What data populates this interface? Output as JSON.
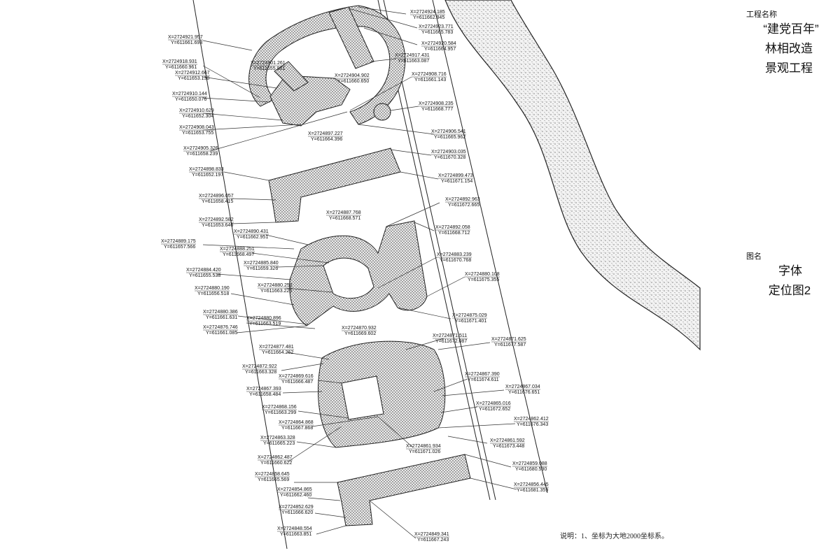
{
  "title_block": {
    "project_label": "工程名称",
    "project_lines": [
      "“建党百年”",
      "林相改造",
      "景观工程"
    ],
    "drawing_label": "图名",
    "drawing_lines": [
      "字体",
      "定位图2"
    ]
  },
  "note": "说明：1、坐标为大地2000坐标系。",
  "colors": {
    "line": "#222222",
    "dot_fill": "#e6e6e6"
  },
  "coordinates": [
    {
      "x": "X=2724921.957",
      "y": "Y=611661.693"
    },
    {
      "x": "X=2724918.931",
      "y": "Y=611660.961"
    },
    {
      "x": "X=2724912.667",
      "y": "Y=611653.130"
    },
    {
      "x": "X=2724910.144",
      "y": "Y=611650.076"
    },
    {
      "x": "X=2724910.629",
      "y": "Y=611652.304"
    },
    {
      "x": "X=2724908.043",
      "y": "Y=611653.755"
    },
    {
      "x": "X=2724905.326",
      "y": "Y=611658.239"
    },
    {
      "x": "X=2724898.833",
      "y": "Y=611652.197"
    },
    {
      "x": "X=2724896.057",
      "y": "Y=611658.415"
    },
    {
      "x": "X=2724892.582",
      "y": "Y=611653.646"
    },
    {
      "x": "X=2724890.431",
      "y": "Y=611662.951"
    },
    {
      "x": "X=2724889.175",
      "y": "Y=611657.566"
    },
    {
      "x": "X=2724888.251",
      "y": "Y=611668.497"
    },
    {
      "x": "X=2724885.840",
      "y": "Y=611659.326"
    },
    {
      "x": "X=2724884.420",
      "y": "Y=611655.538"
    },
    {
      "x": "X=2724880.252",
      "y": "Y=611663.226"
    },
    {
      "x": "X=2724880.190",
      "y": "Y=611656.518"
    },
    {
      "x": "X=2724880.386",
      "y": "Y=611661.631"
    },
    {
      "x": "X=2724880.896",
      "y": "Y=611663.519"
    },
    {
      "x": "X=2724876.746",
      "y": "Y=611661.085"
    },
    {
      "x": "X=2724877.481",
      "y": "Y=611664.262"
    },
    {
      "x": "X=2724872.922",
      "y": "Y=611663.328"
    },
    {
      "x": "X=2724869.616",
      "y": "Y=611666.487"
    },
    {
      "x": "X=2724867.393",
      "y": "Y=611658.484"
    },
    {
      "x": "X=2724868.156",
      "y": "Y=611663.299"
    },
    {
      "x": "X=2724864.868",
      "y": "Y=611667.868"
    },
    {
      "x": "X=2724863.328",
      "y": "Y=611665.223"
    },
    {
      "x": "X=2724862.487",
      "y": "Y=611660.622"
    },
    {
      "x": "X=2724858.645",
      "y": "Y=611665.569"
    },
    {
      "x": "X=2724854.865",
      "y": "Y=611662.460"
    },
    {
      "x": "X=2724852.629",
      "y": "Y=611666.620"
    },
    {
      "x": "X=2724848.554",
      "y": "Y=611663.851"
    },
    {
      "x": "X=2724901.261",
      "y": "Y=611655.981"
    },
    {
      "x": "X=2724904.902",
      "y": "Y=611660.650"
    },
    {
      "x": "X=2724897.227",
      "y": "Y=611664.396"
    },
    {
      "x": "X=2724924.185",
      "y": "Y=611662.845"
    },
    {
      "x": "X=2724923.771",
      "y": "Y=611665.783"
    },
    {
      "x": "X=2724920.584",
      "y": "Y=611664.957"
    },
    {
      "x": "X=2724917.431",
      "y": "Y=611663.087"
    },
    {
      "x": "X=2724908.716",
      "y": "Y=611661.143"
    },
    {
      "x": "X=2724908.235",
      "y": "Y=611668.777"
    },
    {
      "x": "X=2724906.541",
      "y": "Y=611665.962"
    },
    {
      "x": "X=2724903.035",
      "y": "Y=611670.328"
    },
    {
      "x": "X=2724899.473",
      "y": "Y=611671.154"
    },
    {
      "x": "X=2724887.768",
      "y": "Y=611668.571"
    },
    {
      "x": "X=2724892.963",
      "y": "Y=611672.665"
    },
    {
      "x": "X=2724892.058",
      "y": "Y=611668.712"
    },
    {
      "x": "X=2724883.239",
      "y": "Y=611670.768"
    },
    {
      "x": "X=2724880.108",
      "y": "Y=611675.355"
    },
    {
      "x": "X=2724875.029",
      "y": "Y=611671.401"
    },
    {
      "x": "X=2724870.932",
      "y": "Y=611669.602"
    },
    {
      "x": "X=2724871.511",
      "y": "Y=611672.087"
    },
    {
      "x": "X=2724871.625",
      "y": "Y=611677.587"
    },
    {
      "x": "X=2724867.390",
      "y": "Y=611674.611"
    },
    {
      "x": "X=2724867.034",
      "y": "Y=611676.651"
    },
    {
      "x": "X=2724865.016",
      "y": "Y=611672.652"
    },
    {
      "x": "X=2724862.412",
      "y": "Y=611676.343"
    },
    {
      "x": "X=2724861.934",
      "y": "Y=611671.026"
    },
    {
      "x": "X=2724861.592",
      "y": "Y=611673.448"
    },
    {
      "x": "X=2724859.088",
      "y": "Y=611680.530"
    },
    {
      "x": "X=2724856.445",
      "y": "Y=611681.359"
    },
    {
      "x": "X=2724849.341",
      "y": "Y=611667.243"
    }
  ]
}
